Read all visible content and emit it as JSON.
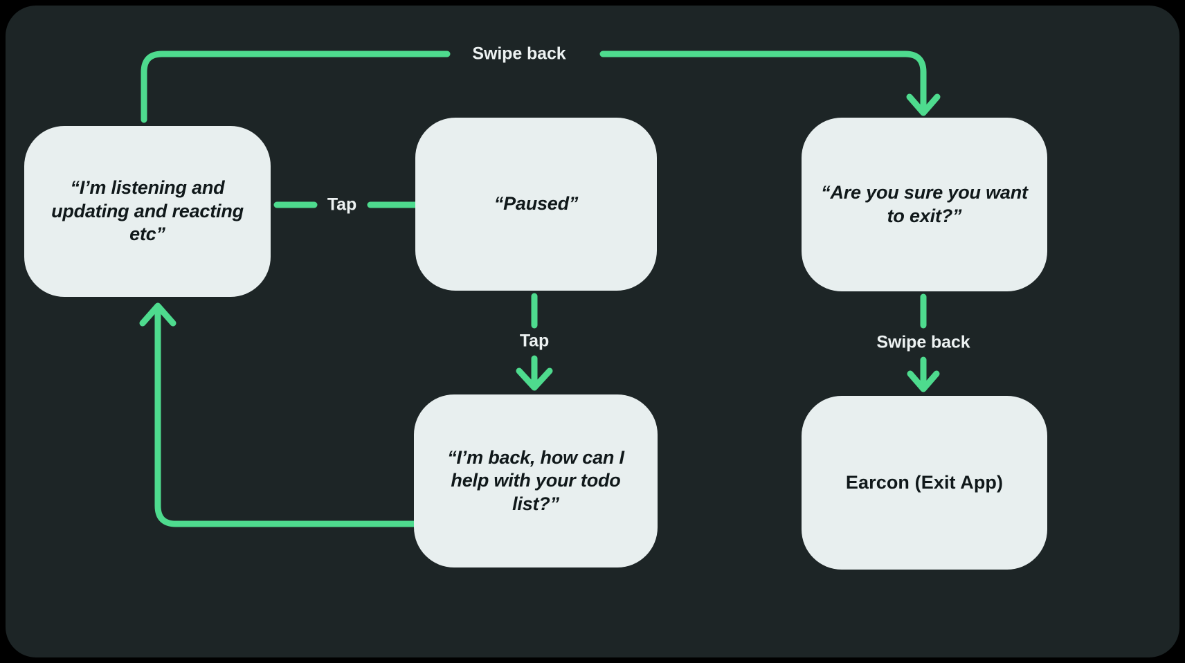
{
  "canvas": {
    "background_color": "#1D2526",
    "outer_color": "#000000",
    "accent_color": "#4EDB8E",
    "node_fill_color": "#E8EFEF",
    "node_text_color": "#10181A",
    "label_text_color": "#EDF2F2"
  },
  "nodes": [
    {
      "id": "listening",
      "label": "“I’m listening and updating and reacting etc”",
      "style": "quote"
    },
    {
      "id": "paused",
      "label": "“Paused”",
      "style": "quote"
    },
    {
      "id": "confirm",
      "label": "“Are you sure you want to exit?”",
      "style": "quote"
    },
    {
      "id": "back",
      "label": "“I’m back, how can I help with your todo list?”",
      "style": "quote"
    },
    {
      "id": "earcon",
      "label": "Earcon (Exit App)",
      "style": "plain"
    }
  ],
  "edges": [
    {
      "id": "listening-to-paused",
      "from": "listening",
      "to": "paused",
      "label": "Tap"
    },
    {
      "id": "paused-to-back",
      "from": "paused",
      "to": "back",
      "label": "Tap"
    },
    {
      "id": "back-to-listening",
      "from": "back",
      "to": "listening",
      "label": ""
    },
    {
      "id": "swipe-back-to-confirm",
      "from": "listening",
      "to": "confirm",
      "label": "Swipe back"
    },
    {
      "id": "confirm-to-earcon",
      "from": "confirm",
      "to": "earcon",
      "label": "Swipe back"
    }
  ]
}
